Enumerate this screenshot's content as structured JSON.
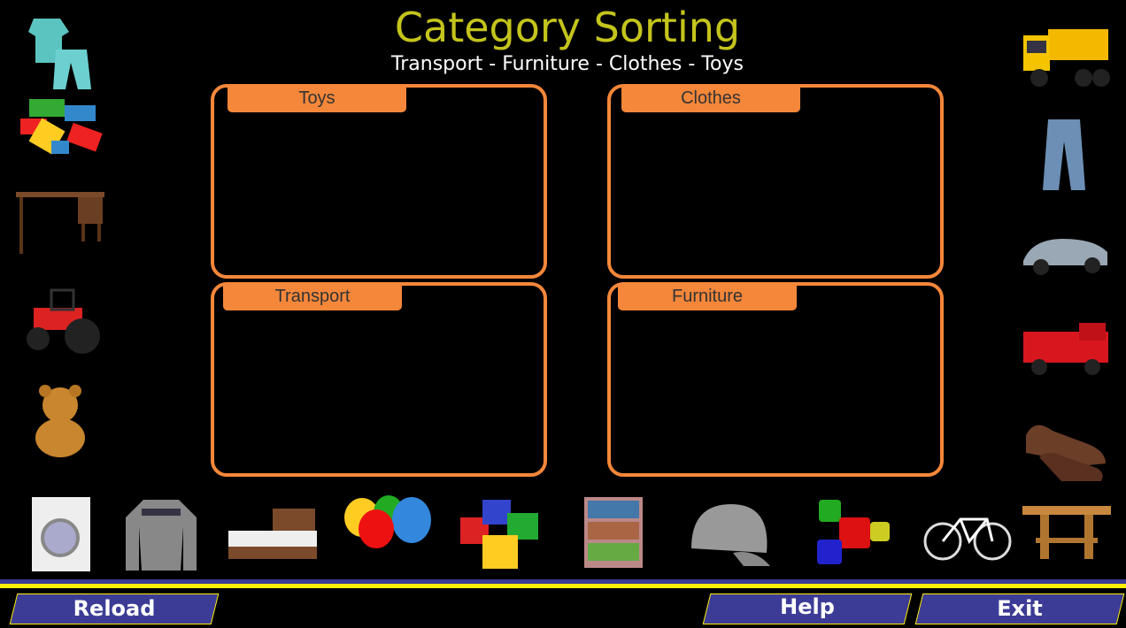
{
  "header": {
    "title": "Category Sorting",
    "subtitle": "Transport - Furniture - Clothes - Toys"
  },
  "categories": [
    {
      "label": "Toys"
    },
    {
      "label": "Clothes"
    },
    {
      "label": "Transport"
    },
    {
      "label": "Furniture"
    }
  ],
  "buttons": {
    "reload": "Reload",
    "help": "Help",
    "exit": "Exit"
  },
  "colors": {
    "accent": "#f5873a",
    "title": "#c4c41c",
    "button": "#3c3c96",
    "stripe": "#ffef00"
  }
}
